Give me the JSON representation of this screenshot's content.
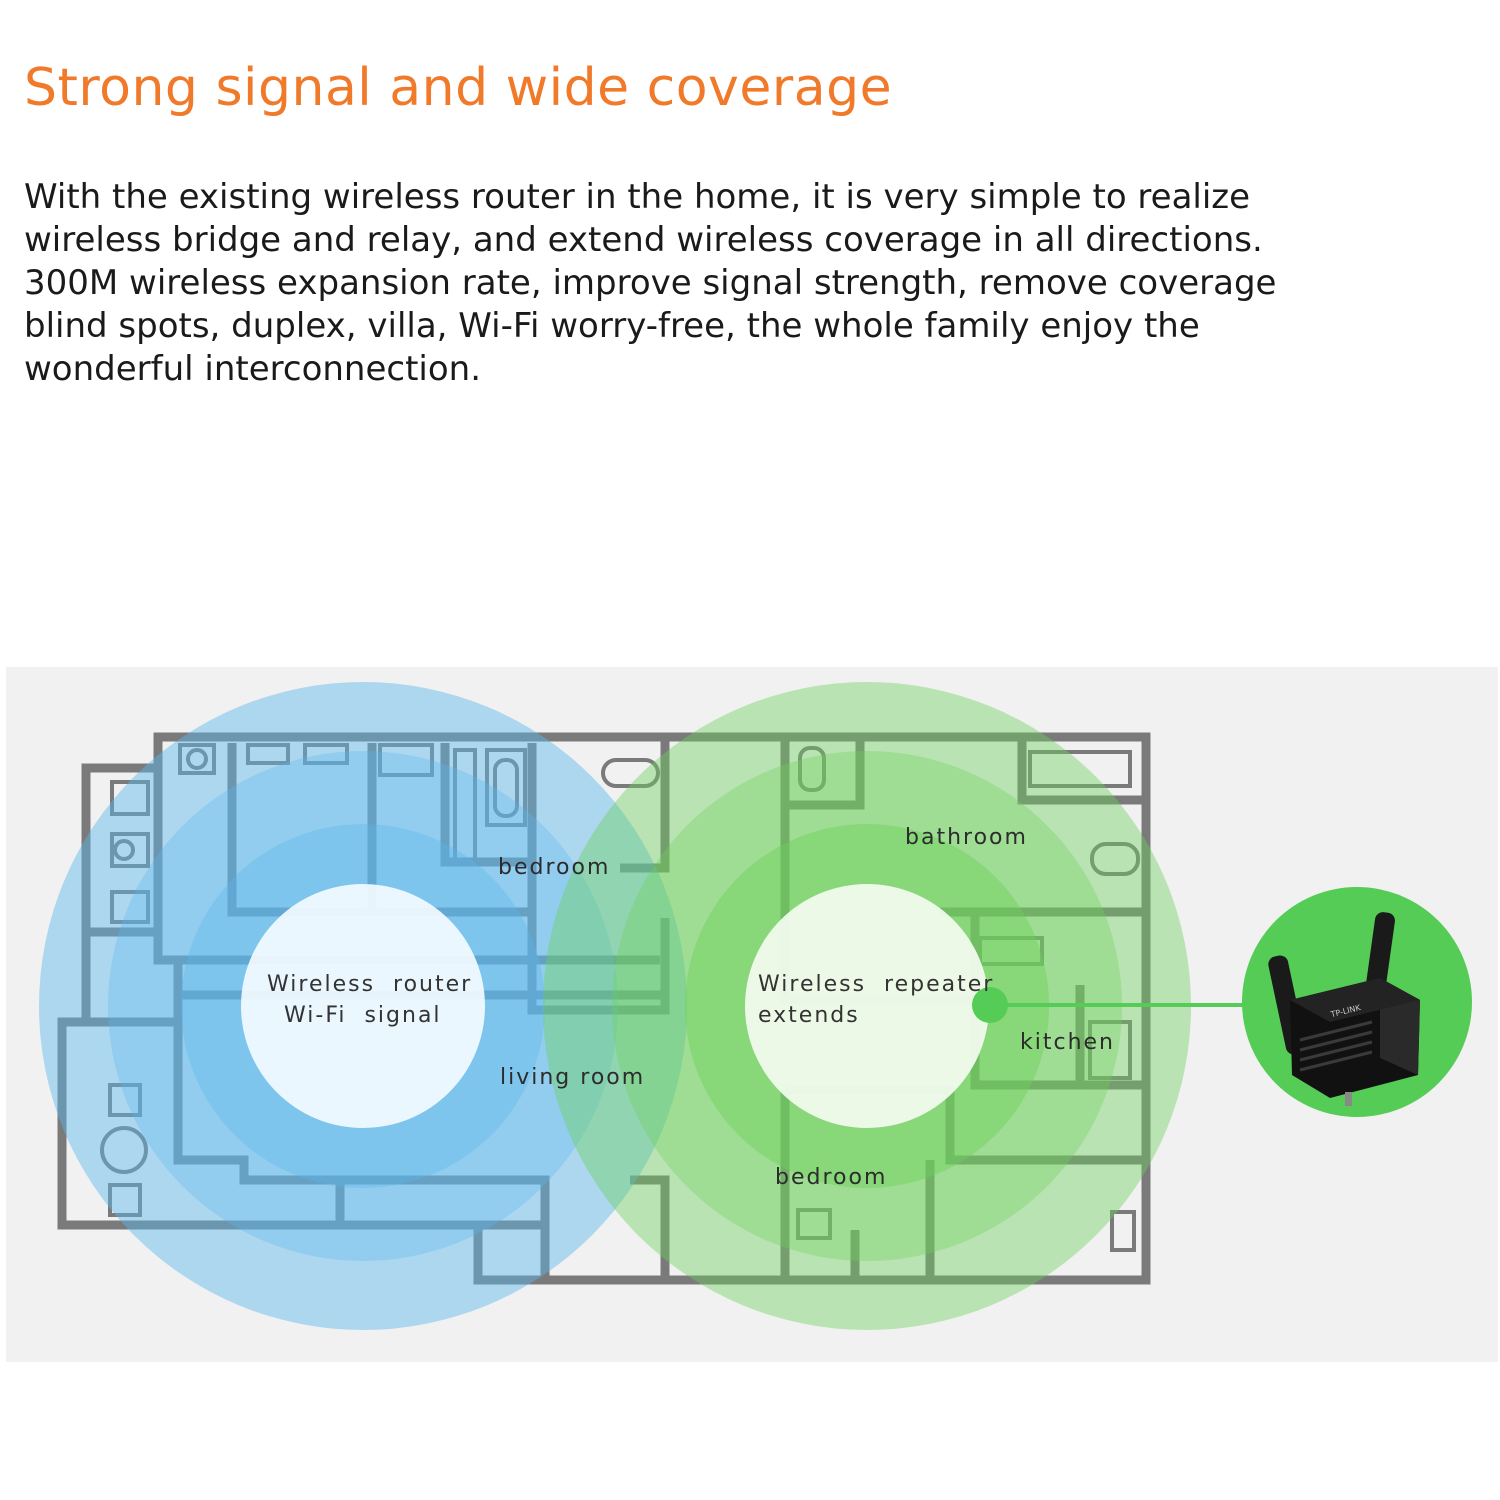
{
  "headline": "Strong signal and wide coverage",
  "description_lines": [
    "With the existing wireless router in the home, it is very simple to realize",
    "wireless bridge and relay, and extend wireless coverage in all directions.",
    "300M wireless expansion rate, improve signal strength, remove coverage",
    "blind spots, duplex, villa, Wi-Fi worry-free, the whole family enjoy the",
    "wonderful interconnection."
  ],
  "diagram": {
    "router_label_line1": "Wireless  router",
    "router_label_line2": "Wi-Fi  signal",
    "repeater_label_line1": "Wireless  repeater",
    "repeater_label_line2": "extends",
    "rooms": {
      "bedroom_top": "bedroom",
      "living_room": "living room",
      "bathroom": "bathroom",
      "kitchen": "kitchen",
      "bedroom_bottom": "bedroom"
    },
    "device_brand": "TP-LINK"
  },
  "colors": {
    "headline": "#f07a2a",
    "router_signal": "#5ab8ee",
    "repeater_signal": "#6cd05a",
    "device_badge": "#55cc55"
  }
}
